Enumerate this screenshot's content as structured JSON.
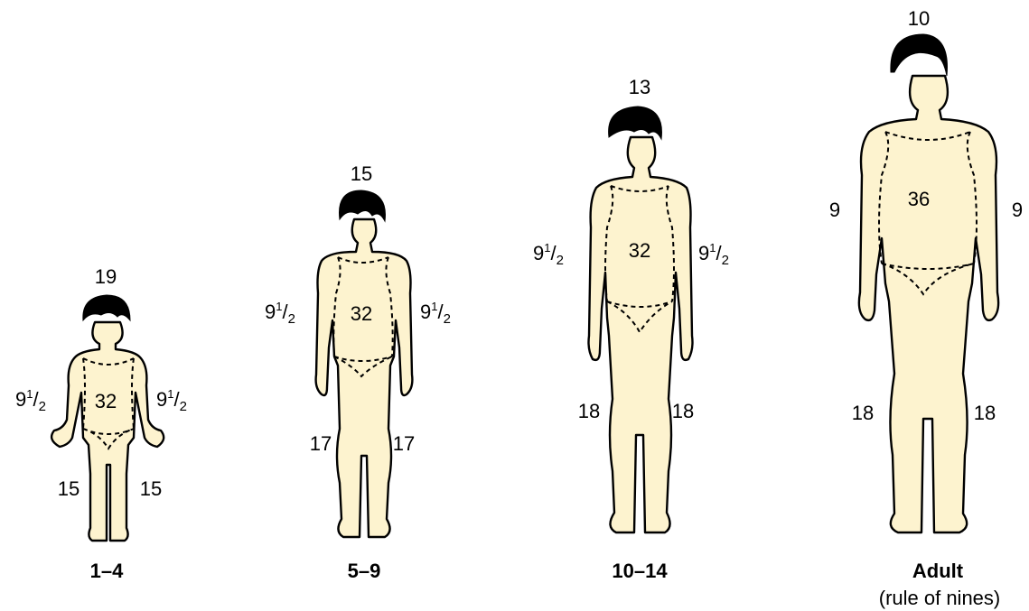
{
  "figures": [
    {
      "id": "age-1-4",
      "caption": "1–4",
      "head": "19",
      "trunk": "32",
      "arm_left": {
        "whole": "9",
        "num": "1",
        "den": "2"
      },
      "arm_right": {
        "whole": "9",
        "num": "1",
        "den": "2"
      },
      "leg_left": "15",
      "leg_right": "15"
    },
    {
      "id": "age-5-9",
      "caption": "5–9",
      "head": "15",
      "trunk": "32",
      "arm_left": {
        "whole": "9",
        "num": "1",
        "den": "2"
      },
      "arm_right": {
        "whole": "9",
        "num": "1",
        "den": "2"
      },
      "leg_left": "17",
      "leg_right": "17"
    },
    {
      "id": "age-10-14",
      "caption": "10–14",
      "head": "13",
      "trunk": "32",
      "arm_left": {
        "whole": "9",
        "num": "1",
        "den": "2"
      },
      "arm_right": {
        "whole": "9",
        "num": "1",
        "den": "2"
      },
      "leg_left": "18",
      "leg_right": "18"
    },
    {
      "id": "adult",
      "caption": "Adult",
      "subcaption": "(rule of nines)",
      "head": "10",
      "trunk": "36",
      "arm_left": "9",
      "arm_right": "9",
      "leg_left": "18",
      "leg_right": "18"
    }
  ],
  "colors": {
    "skin": "#fdf3cf",
    "outline": "#000000",
    "hair": "#000000",
    "background": "#ffffff"
  }
}
